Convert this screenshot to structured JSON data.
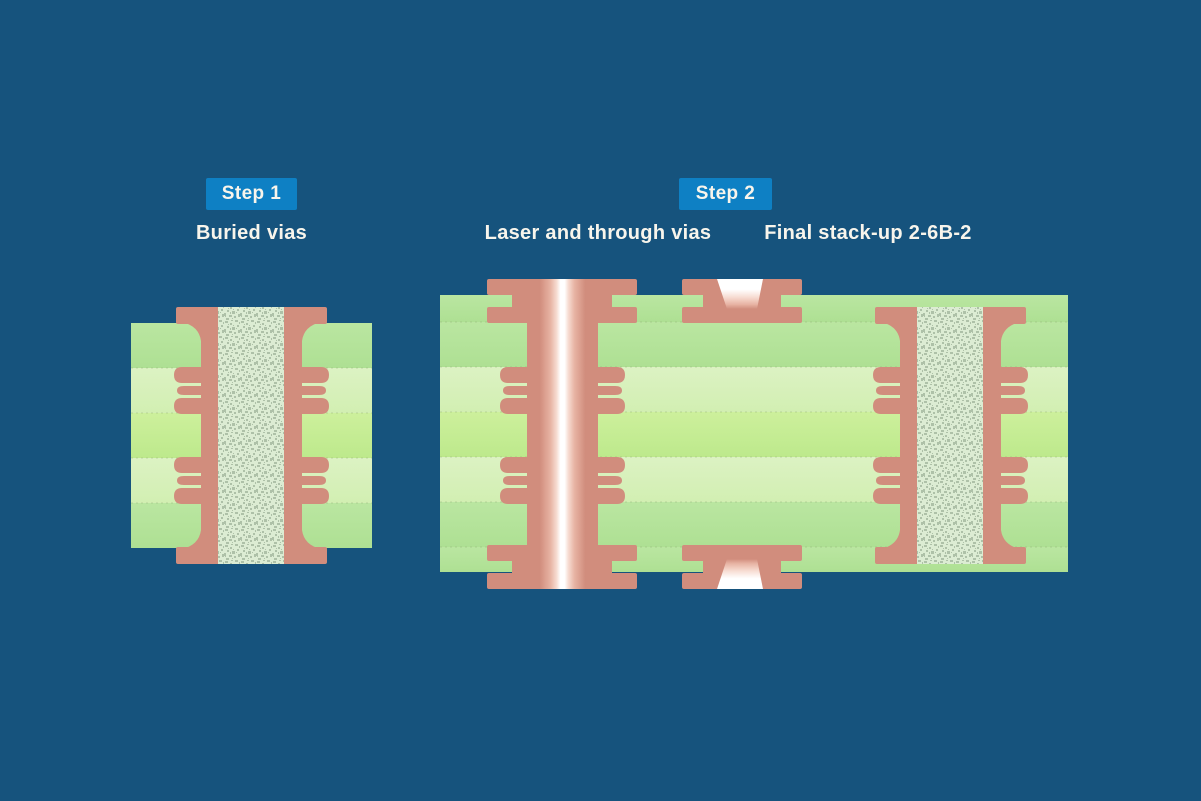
{
  "step1": {
    "badge": "Step 1",
    "label": "Buried vias"
  },
  "step2": {
    "badge": "Step 2",
    "label_left": "Laser and through vias",
    "label_right": "Final stack-up 2-6B-2"
  },
  "colors": {
    "bg": "#16537d",
    "badge": "#0e80c4",
    "text": "#f8f5ec",
    "copper": "#d18d7d",
    "copper_mid": "#e7b3a3",
    "copper_pale": "#f7ddd3",
    "hole": "#ffffff",
    "green_medium": "#bae6a1",
    "green_medium2": "#aee093",
    "green_pale": "#dcf2c3",
    "green_pale2": "#d2efb2",
    "green_bright": "#cdf09c",
    "green_bright2": "#bde98c",
    "fill_bg": "#dcecd3",
    "fill_dot": "#aec1a8",
    "seam": "#86a06b"
  }
}
